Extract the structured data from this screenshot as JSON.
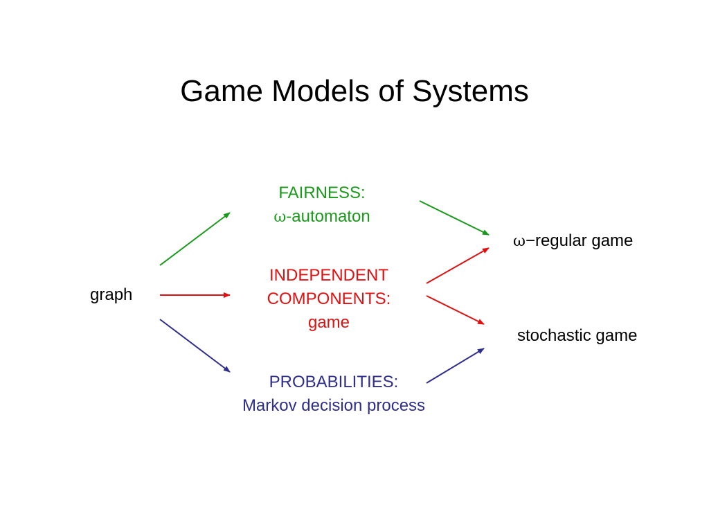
{
  "title": "Game Models of Systems",
  "colors": {
    "fairness": "#1a9a1a",
    "independent": "#e01010",
    "probabilities": "#2e2e8c",
    "text": "#000000"
  },
  "nodes": {
    "graph": "graph",
    "fairness": {
      "heading": "FAIRNESS:",
      "omega": "ω",
      "sub": "-automaton"
    },
    "independent": {
      "line1": "INDEPENDENT",
      "line2": "COMPONENTS:",
      "line3": "game"
    },
    "probabilities": {
      "line1": "PROBABILITIES:",
      "line2": "Markov decision process"
    },
    "regular_game": {
      "omega": "ω",
      "dash": "−",
      "label": "regular game"
    },
    "stochastic_game": "stochastic game"
  }
}
